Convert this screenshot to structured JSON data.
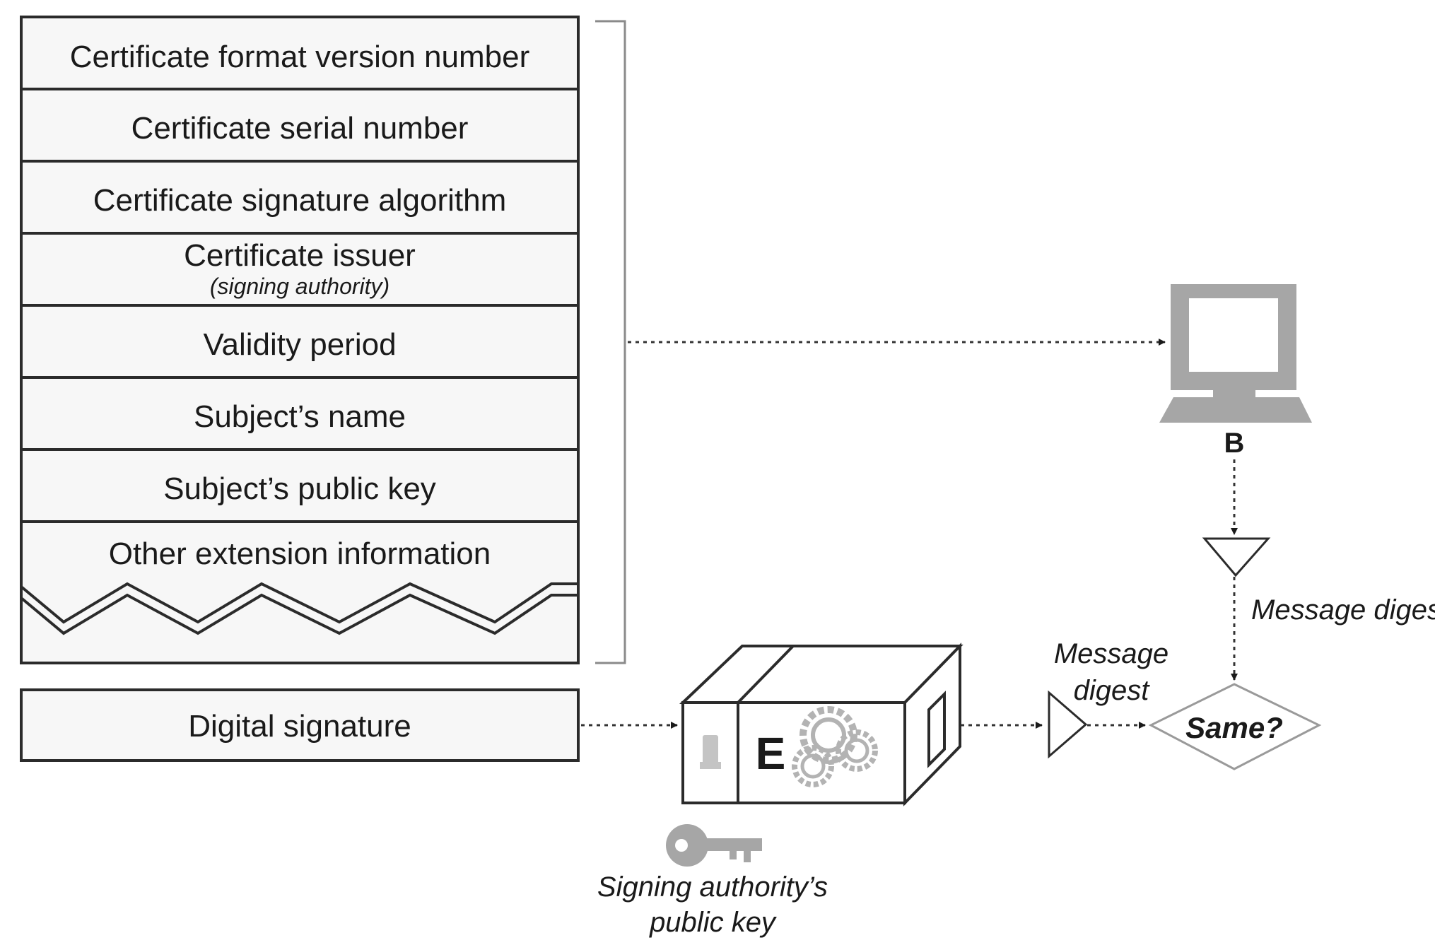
{
  "certificate": {
    "fields": [
      {
        "label": "Certificate format version number"
      },
      {
        "label": "Certificate serial number"
      },
      {
        "label": "Certificate signature algorithm"
      },
      {
        "label": "Certificate issuer",
        "sublabel": "(signing authority)"
      },
      {
        "label": "Validity period"
      },
      {
        "label": "Subject’s name"
      },
      {
        "label": "Subject’s public key"
      },
      {
        "label": "Other extension information"
      }
    ],
    "signature_label": "Digital signature"
  },
  "computer": {
    "label": "B"
  },
  "decrypt_box": {
    "label": "E"
  },
  "key_label_line1": "Signing authority’s",
  "key_label_line2": "public key",
  "digest_left_line1": "Message",
  "digest_left_line2": "digest",
  "digest_right": "Message digest",
  "compare": {
    "label": "Same?"
  },
  "colors": {
    "line": "#2b2b2b",
    "box_fill": "#f7f7f7",
    "icon_gray": "#a6a6a6",
    "gear_gray": "#b3b3b3"
  }
}
